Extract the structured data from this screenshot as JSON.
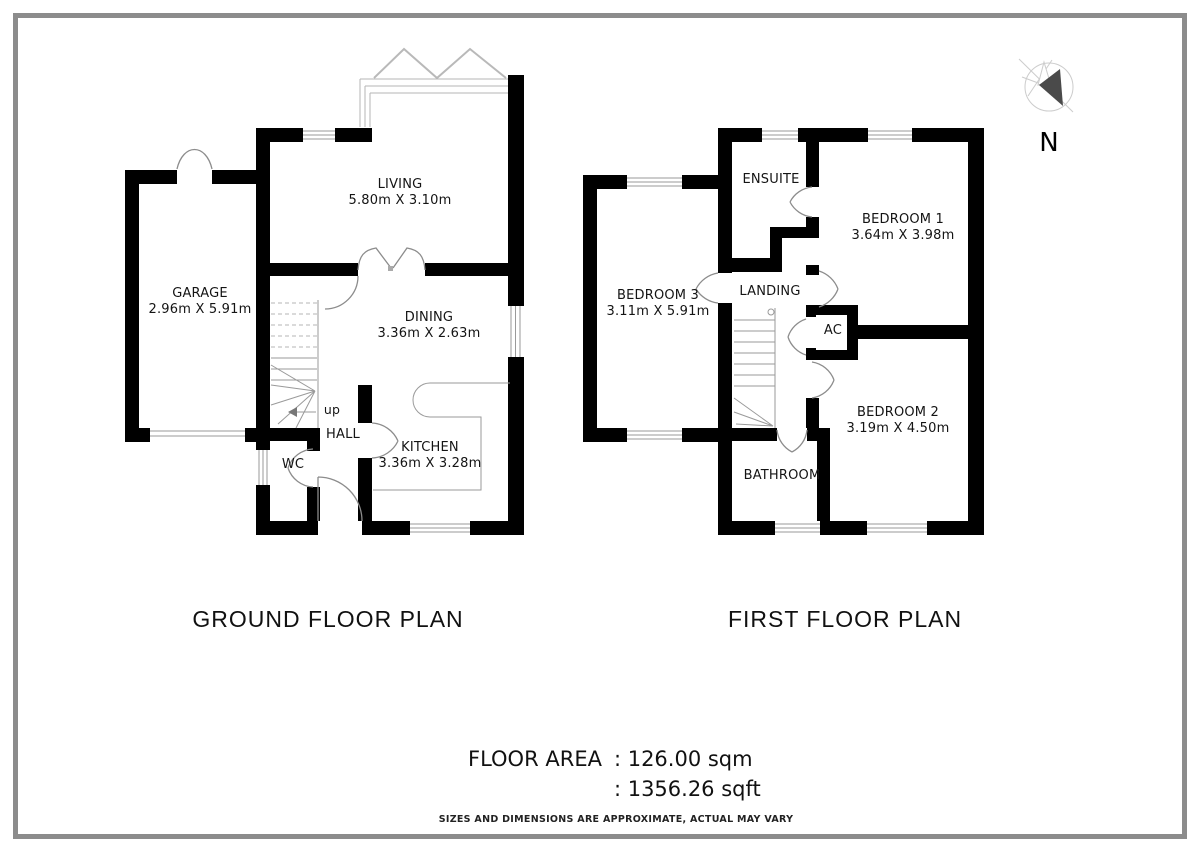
{
  "ground_floor": {
    "title": "GROUND FLOOR PLAN",
    "rooms": {
      "living": {
        "name": "LIVING",
        "dims": "5.80m X 3.10m"
      },
      "dining": {
        "name": "DINING",
        "dims": "3.36m X 2.63m"
      },
      "kitchen": {
        "name": "KITCHEN",
        "dims": "3.36m X 3.28m"
      },
      "garage": {
        "name": "GARAGE",
        "dims": "2.96m X 5.91m"
      },
      "hall": {
        "name": "HALL"
      },
      "wc": {
        "name": "WC"
      },
      "stairs": {
        "name": "up"
      }
    }
  },
  "first_floor": {
    "title": "FIRST FLOOR PLAN",
    "rooms": {
      "bedroom1": {
        "name": "BEDROOM 1",
        "dims": "3.64m X 3.98m"
      },
      "bedroom2": {
        "name": "BEDROOM 2",
        "dims": "3.19m X 4.50m"
      },
      "bedroom3": {
        "name": "BEDROOM 3",
        "dims": "3.11m X 5.91m"
      },
      "ensuite": {
        "name": "ENSUITE"
      },
      "landing": {
        "name": "LANDING"
      },
      "ac": {
        "name": "AC"
      },
      "bathroom": {
        "name": "BATHROOM"
      }
    }
  },
  "compass": {
    "label": "N"
  },
  "footer": {
    "floor_area_label": "FLOOR AREA",
    "sqm_line": ": 126.00 sqm",
    "sqft_line": ": 1356.26 sqft",
    "disclaimer": "SIZES AND DIMENSIONS ARE APPROXIMATE, ACTUAL MAY VARY"
  },
  "colors": {
    "wall": "#000000",
    "thin_line": "#9a9a9a",
    "door_arc": "#8c8c8c",
    "frame": "#8c8c8c",
    "compass_needle": "#4a4a4a"
  }
}
